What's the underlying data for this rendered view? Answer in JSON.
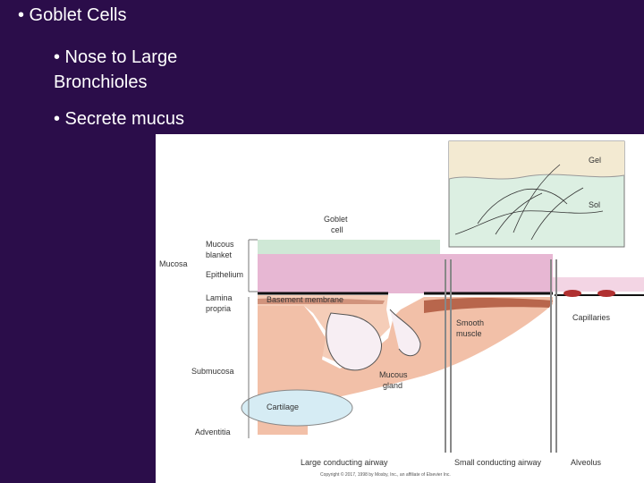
{
  "bullets": {
    "goblet_cells": "• Goblet Cells",
    "nose_line1": "• Nose to Large",
    "nose_line2": "Bronchioles",
    "secrete": "• Secrete mucus"
  },
  "figure": {
    "labels": {
      "gel": "Gel",
      "sol": "Sol",
      "goblet_cell_1": "Goblet",
      "goblet_cell_2": "cell",
      "mucous_blanket_1": "Mucous",
      "mucous_blanket_2": "blanket",
      "mucosa": "Mucosa",
      "epithelium": "Epithelium",
      "lamina_propria_1": "Lamina",
      "lamina_propria_2": "propria",
      "basement_membrane": "Basement membrane",
      "smooth_muscle_1": "Smooth",
      "smooth_muscle_2": "muscle",
      "capillaries": "Capillaries",
      "submucosa": "Submucosa",
      "mucous_gland_1": "Mucous",
      "mucous_gland_2": "gland",
      "cartilage": "Cartilage",
      "adventitia": "Adventitia",
      "large_airway": "Large conducting airway",
      "small_airway": "Small conducting airway",
      "alveolus": "Alveolus",
      "copyright": "Copyright © 2017, 1998 by Mosby, Inc., an affiliate of Elsevier Inc."
    },
    "colors": {
      "background": "#2b0d4a",
      "tissue_pink": "#f2c0a8",
      "gel": "#f3ead2",
      "sol": "#dcefe2",
      "cartilage": "#d6ecf4",
      "epithelium": "#e7b7d3",
      "muscle": "#b8664c"
    }
  }
}
